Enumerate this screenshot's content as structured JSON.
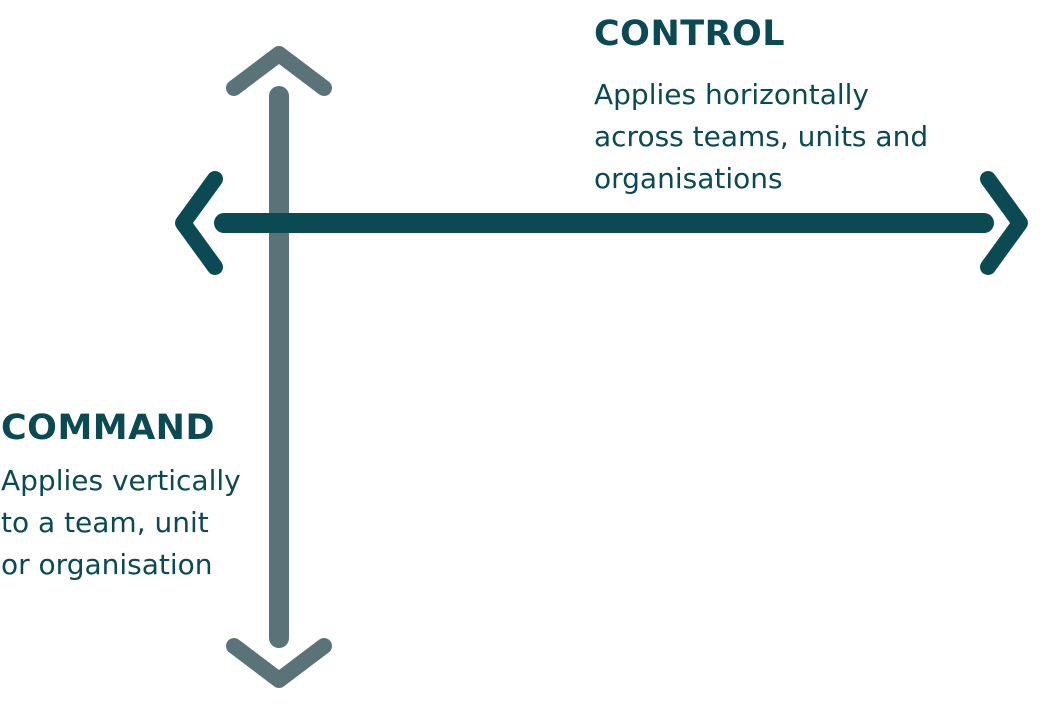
{
  "colors": {
    "horizontal_axis": "#0b4a52",
    "vertical_axis": "#5a7378",
    "text": "#0b4a52"
  },
  "control": {
    "heading": "CONTROL",
    "lines": [
      "Applies horizontally",
      "across teams, units and",
      "organisations"
    ]
  },
  "command": {
    "heading": "COMMAND",
    "lines": [
      "Applies vertically",
      "to a team, unit",
      "or organisation"
    ]
  }
}
